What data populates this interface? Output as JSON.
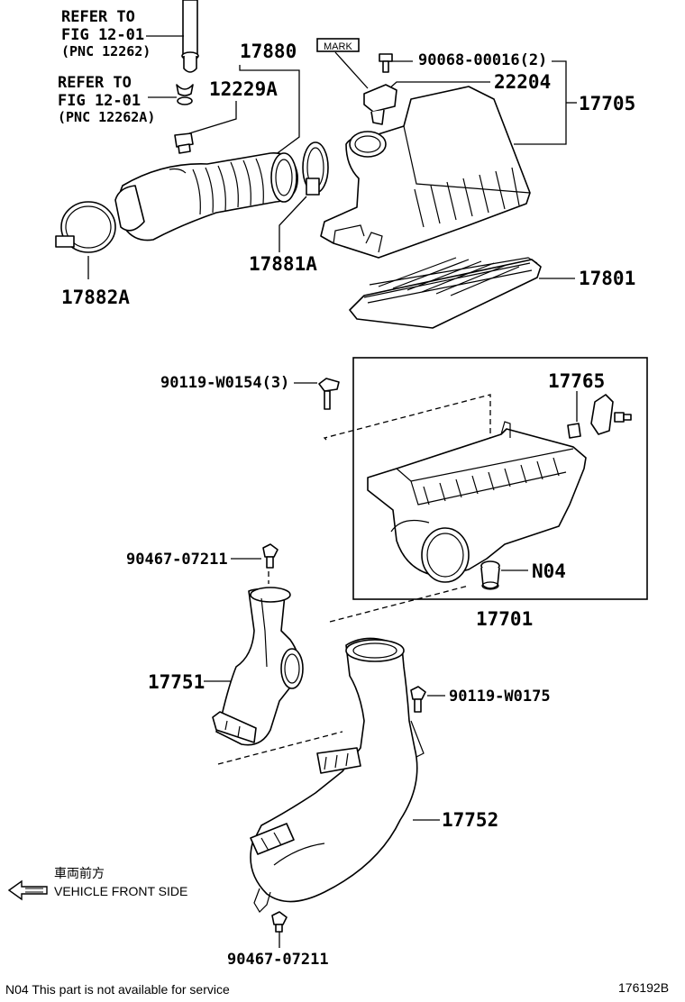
{
  "refs": {
    "ref1": {
      "line1": "REFER TO",
      "line2": "FIG 12-01",
      "line3": "(PNC 12262)"
    },
    "ref2": {
      "line1": "REFER TO",
      "line2": "FIG 12-01",
      "line3": "(PNC 12262A)"
    }
  },
  "parts": {
    "p17880": "17880",
    "p12229A": "12229A",
    "p90068": "90068-00016(2)",
    "mark": "MARK",
    "p22204": "22204",
    "p17705": "17705",
    "p17881A": "17881A",
    "p17882A": "17882A",
    "p17801": "17801",
    "p90119a": "90119-W0154(3)",
    "p17765": "17765",
    "pN04": "N04",
    "p17701": "17701",
    "p90467a": "90467-07211",
    "p17751": "17751",
    "p90119b": "90119-W0175",
    "p17752": "17752",
    "p90467b": "90467-07211"
  },
  "direction": {
    "jp": "車両前方",
    "en": "VEHICLE FRONT SIDE"
  },
  "footnote": "N04  This part is not available for service",
  "figure_id": "176192B"
}
